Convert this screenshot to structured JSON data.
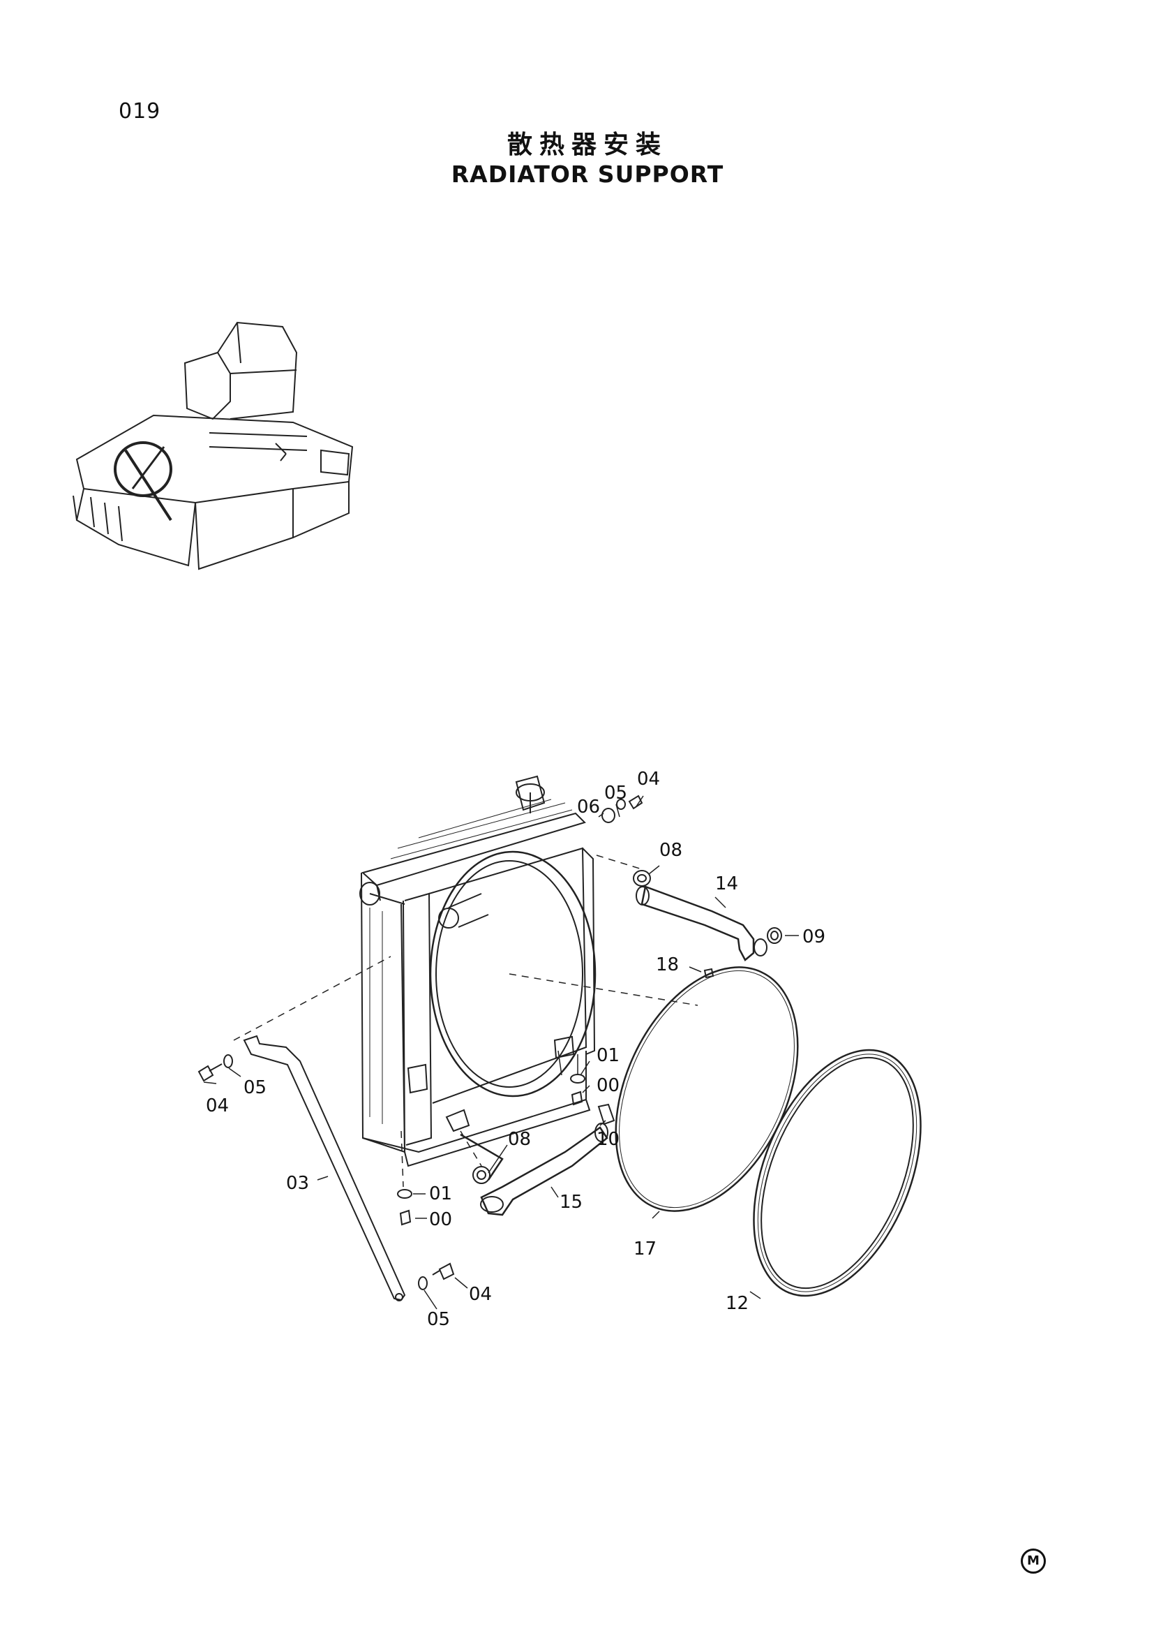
{
  "page": {
    "number": "019",
    "title_cn": "散热器安装",
    "title_en": "RADIATOR SUPPORT",
    "mark": "M"
  },
  "callouts": [
    {
      "id": "04",
      "label": "04"
    },
    {
      "id": "05",
      "label": "05"
    },
    {
      "id": "06",
      "label": "06"
    },
    {
      "id": "08",
      "label": "08"
    },
    {
      "id": "14",
      "label": "14"
    },
    {
      "id": "09",
      "label": "09"
    },
    {
      "id": "18",
      "label": "18"
    },
    {
      "id": "01",
      "label": "01"
    },
    {
      "id": "00",
      "label": "00"
    },
    {
      "id": "04b",
      "label": "04"
    },
    {
      "id": "05b",
      "label": "05"
    },
    {
      "id": "08b",
      "label": "08"
    },
    {
      "id": "10",
      "label": "10"
    },
    {
      "id": "03",
      "label": "03"
    },
    {
      "id": "01b",
      "label": "01"
    },
    {
      "id": "00b",
      "label": "00"
    },
    {
      "id": "15",
      "label": "15"
    },
    {
      "id": "17",
      "label": "17"
    },
    {
      "id": "04c",
      "label": "04"
    },
    {
      "id": "05c",
      "label": "05"
    },
    {
      "id": "12",
      "label": "12"
    }
  ]
}
